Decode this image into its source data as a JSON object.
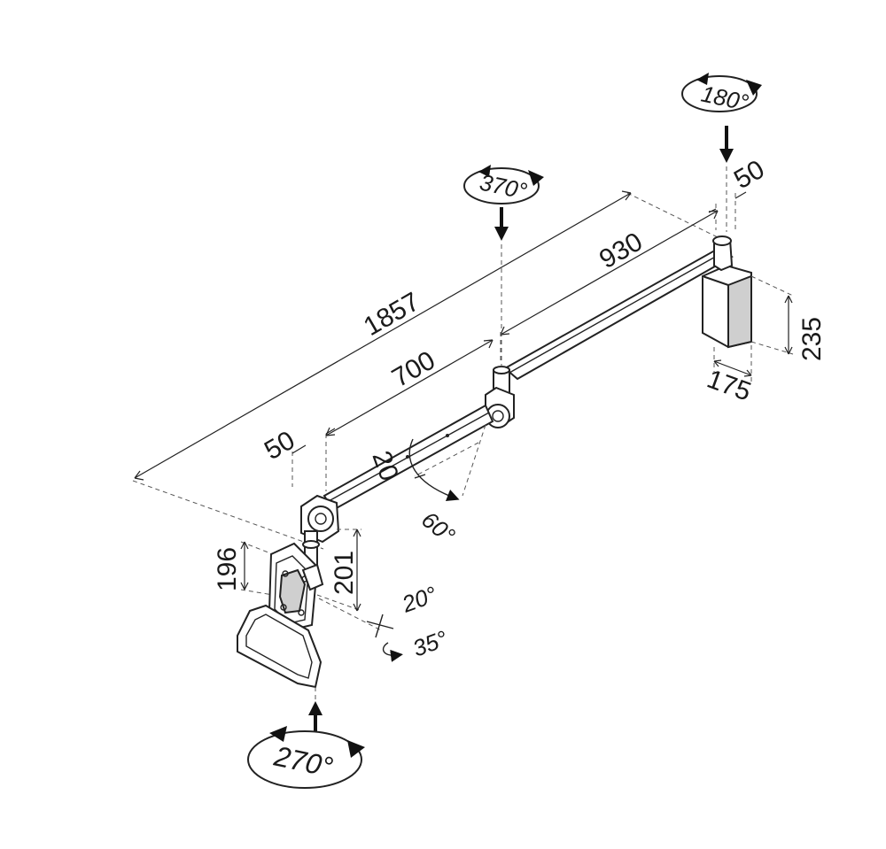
{
  "dimensions": {
    "total_length": "1857",
    "inner_arm_length": "930",
    "outer_arm_length": "700",
    "mount_offset": "50",
    "elbow_offset": "50",
    "wall_plate_height": "235",
    "wall_plate_depth": "175",
    "tilt_arm_height": "201",
    "head_height": "196",
    "arm_offset": "20"
  },
  "rotations": {
    "wall_joint": "180°",
    "middle_joint": "370°",
    "head_rotation": "270°",
    "arm_tilt": "60°",
    "head_tilt": "20°",
    "head_swivel": "35°"
  },
  "icons": {
    "rotation": "rotation-arrow-icon",
    "direction": "down-arrow-icon"
  },
  "colors": {
    "line": "#222222",
    "body": "#ffffff",
    "shade": "#cfcfcf"
  }
}
